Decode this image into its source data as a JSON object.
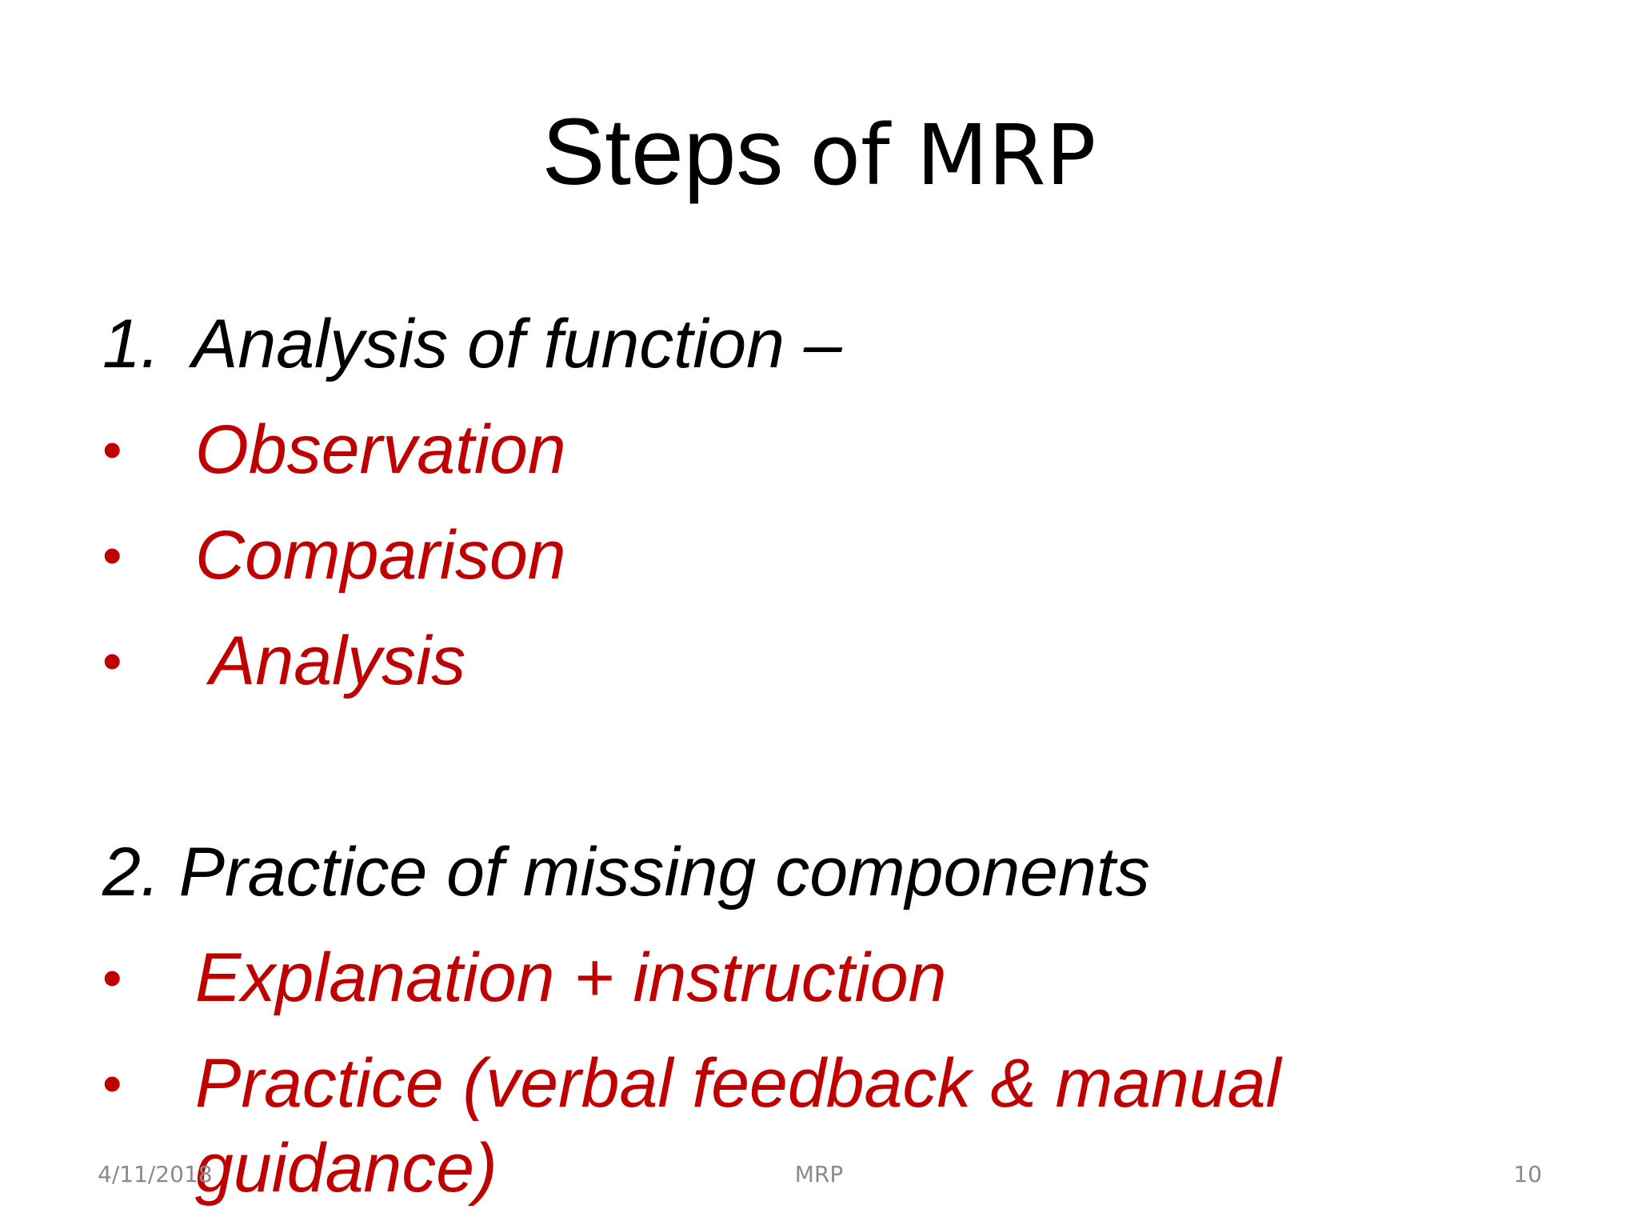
{
  "slide": {
    "title_part1": "Steps",
    "title_part2": " of MRP",
    "section1": {
      "number": "1.",
      "heading": "Analysis of function –",
      "bullet": "•",
      "items": [
        "Observation",
        "Comparison",
        "Analysis"
      ]
    },
    "section2": {
      "heading": "2. Practice of missing components",
      "bullet": "•",
      "items": [
        "Explanation + instruction",
        "Practice (verbal feedback & manual",
        "guidance)"
      ]
    },
    "footer": {
      "date": "4/11/2018",
      "center": "MRP",
      "page_number": "10"
    },
    "colors": {
      "heading": "#000000",
      "bullet_text": "#c00000",
      "footer": "#8a8a8a"
    }
  }
}
